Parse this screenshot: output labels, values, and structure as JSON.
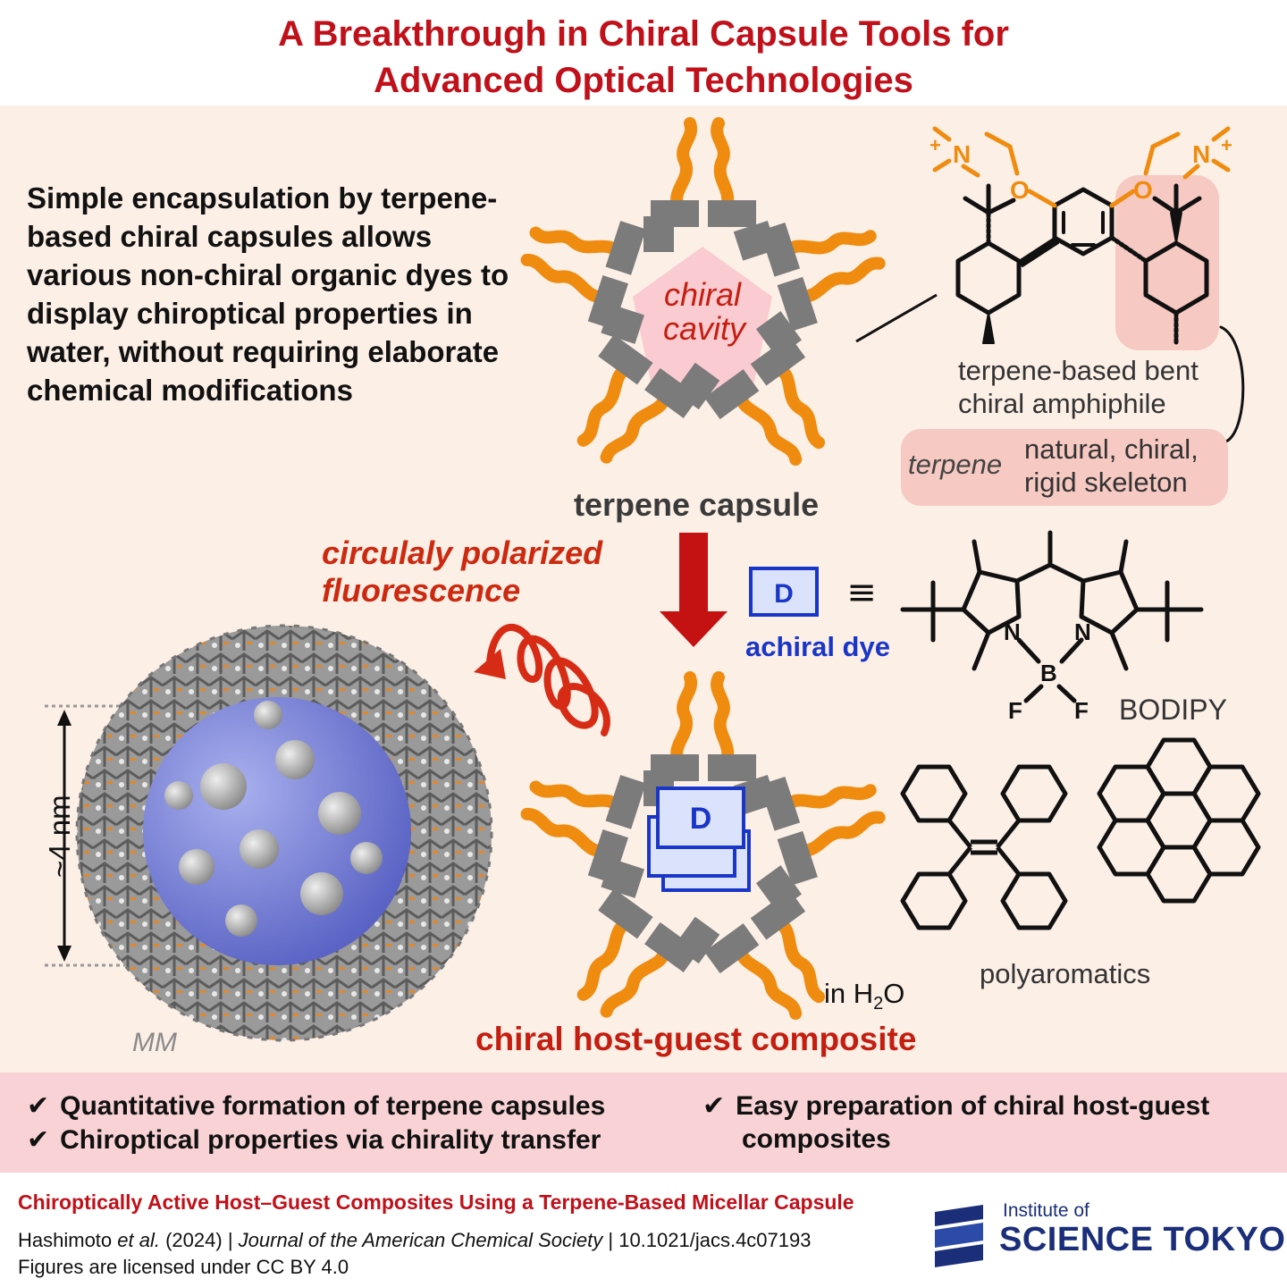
{
  "header": {
    "title_line1": "A Breakthrough in Chiral Capsule Tools for",
    "title_line2": "Advanced Optical Technologies"
  },
  "intro_text": "Simple encapsulation by terpene-based chiral capsules allows various non-chiral organic dyes to display chiroptical properties in water, without requiring elaborate chemical modifications",
  "capsule": {
    "cavity_line1": "chiral",
    "cavity_line2": "cavity",
    "label": "terpene capsule"
  },
  "amphiphile": {
    "label": "terpene-based bent chiral amphiphile",
    "terpene_word": "terpene",
    "terpene_desc": "natural, chiral, rigid skeleton",
    "n_plus": "N",
    "o_atom": "O",
    "plus_sign": "+"
  },
  "emission_label": "circulaly polarized fluorescence",
  "dye": {
    "symbol": "D",
    "equiv": "≡",
    "label": "achiral dye",
    "bodipy_label": "BODIPY",
    "atom_n": "N",
    "atom_b": "B",
    "atom_f": "F"
  },
  "polyaromatics_label": "polyaromatics",
  "solvent_prefix": "in H",
  "solvent_sub": "2",
  "solvent_suffix": "O",
  "composite_label": "chiral host-guest composite",
  "model": {
    "size_label": "~4 nm",
    "method_label": "MM"
  },
  "bullets": {
    "check": "✔",
    "b1": "Quantitative formation of terpene capsules",
    "b2": "Chiroptical properties via chirality transfer",
    "b3": "Easy preparation of chiral host-guest",
    "b3_cont": "composites"
  },
  "footer": {
    "paper_title": "Chiroptically Active Host–Guest Composites Using a Terpene-Based Micellar Capsule",
    "authors": "Hashimoto",
    "et_al": "et al.",
    "year": "(2024) |",
    "journal": "Journal of the American Chemical Society",
    "doi": "| 10.1021/jacs.4c07193",
    "license": "Figures are licensed under CC BY 4.0",
    "inst_small": "Institute of",
    "inst_big": "SCIENCE TOKYO"
  },
  "colors": {
    "title_red": "#c0101a",
    "panel_bg": "#fcefe6",
    "bullet_bg": "#f8d2d4",
    "capsule_gray": "#7b7b7b",
    "tail_orange": "#ef8c10",
    "dye_blue": "#1a36c8",
    "dye_fill": "#dbe2fb",
    "arrow_red": "#c41212",
    "navy": "#1a2e7a"
  }
}
